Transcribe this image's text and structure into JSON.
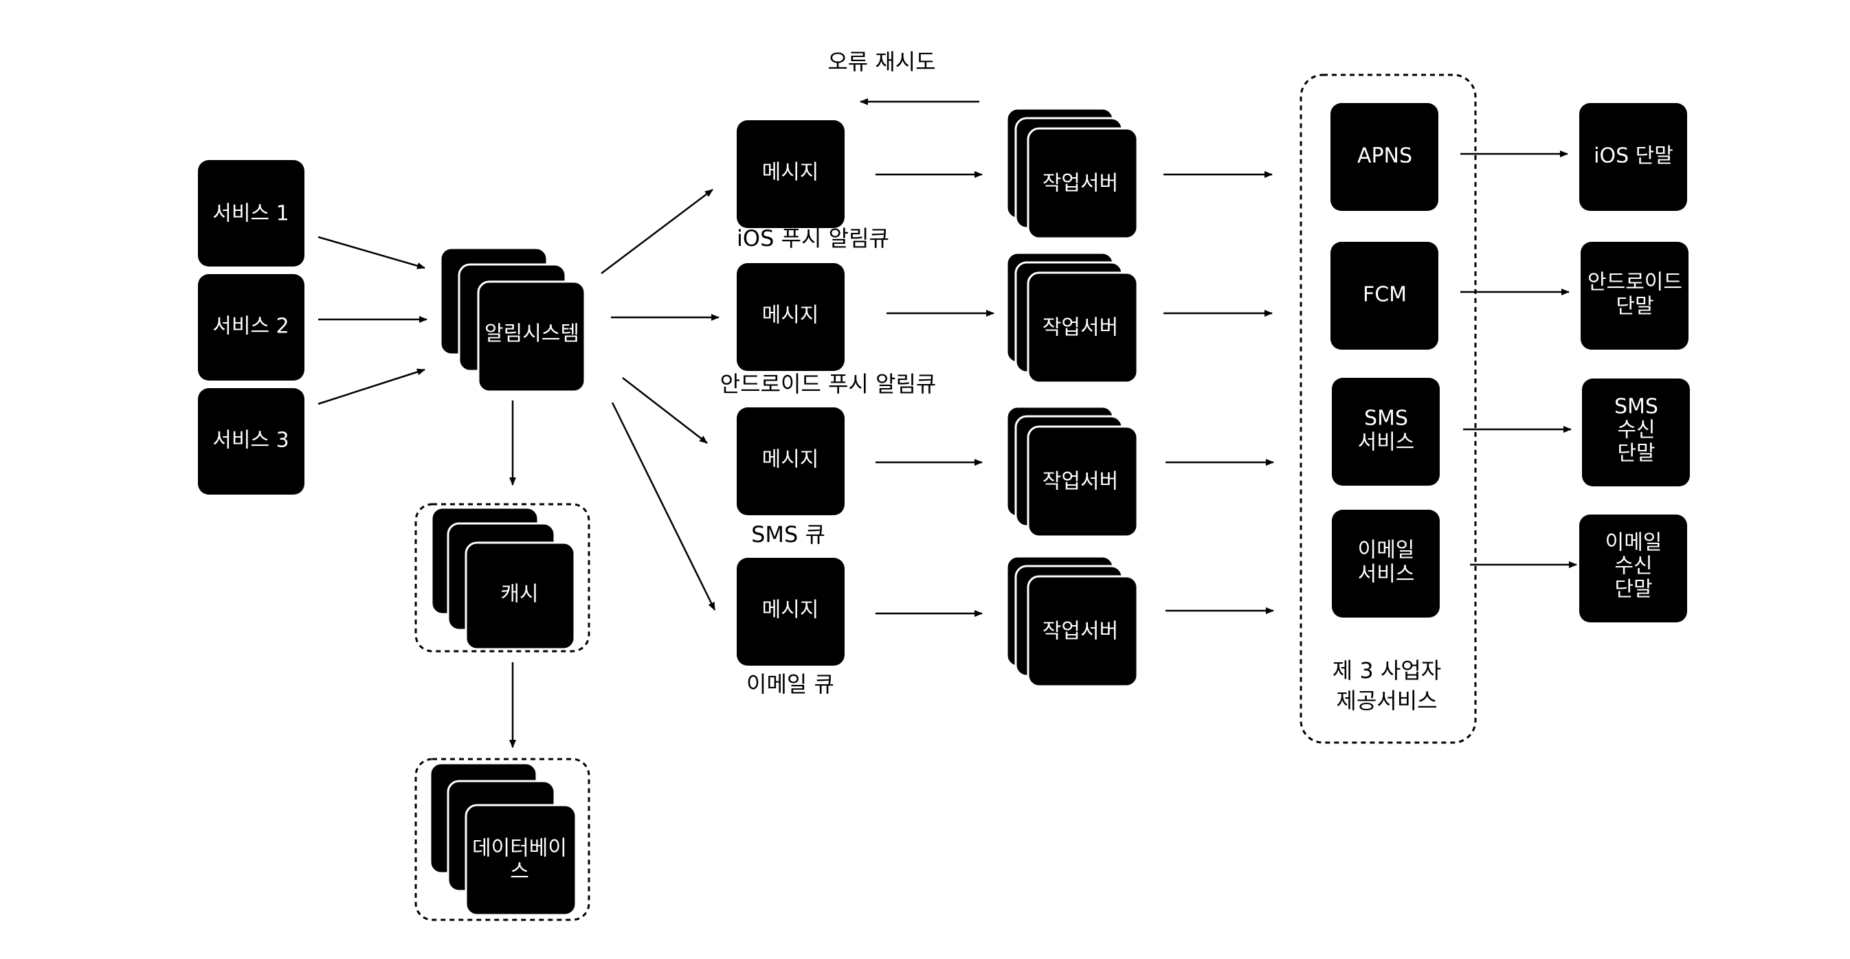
{
  "services": [
    "서비스 1",
    "서비스 2",
    "서비스 3"
  ],
  "notification_system": "알림시스템",
  "cache": "캐시",
  "database": [
    "데이터베이",
    "스"
  ],
  "retry_label": "오류 재시도",
  "queues": [
    {
      "message": "메시지",
      "label": "iOS 푸시 알림큐"
    },
    {
      "message": "메시지",
      "label": "안드로이드 푸시 알림큐"
    },
    {
      "message": "메시지",
      "label": "SMS 큐"
    },
    {
      "message": "메시지",
      "label": "이메일 큐"
    }
  ],
  "worker": "작업서버",
  "third_party": {
    "providers": [
      [
        "APNS"
      ],
      [
        "FCM"
      ],
      [
        "SMS",
        "서비스"
      ],
      [
        "이메일",
        "서비스"
      ]
    ],
    "label": [
      "제 3 사업자",
      "제공서비스"
    ]
  },
  "devices": [
    [
      "iOS 단말"
    ],
    [
      "안드로이드",
      "단말"
    ],
    [
      "SMS",
      "수신",
      "단말"
    ],
    [
      "이메일",
      "수신",
      "단말"
    ]
  ]
}
